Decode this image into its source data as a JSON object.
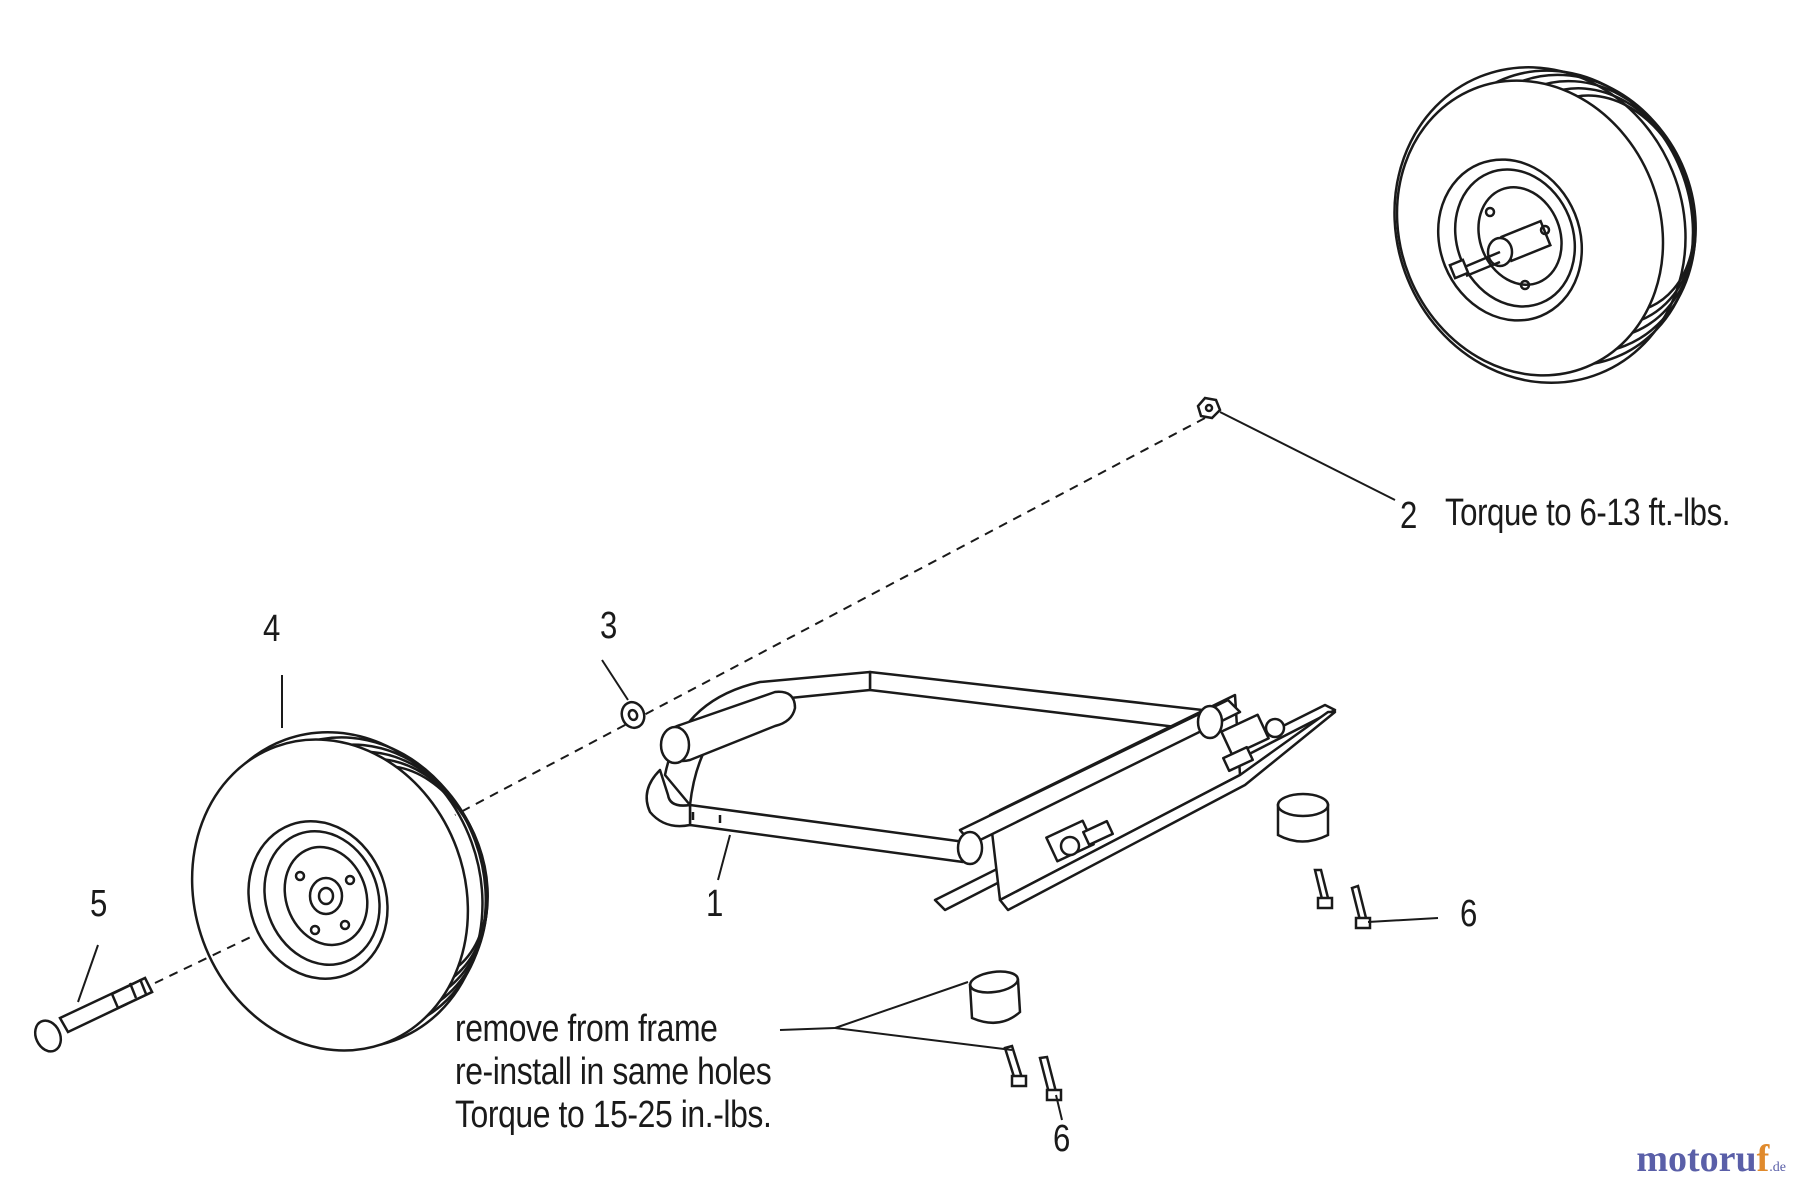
{
  "callouts": {
    "c1": "1",
    "c2": "2",
    "c3": "3",
    "c4": "4",
    "c5": "5",
    "c6a": "6",
    "c6b": "6"
  },
  "notes": {
    "torque_nut": "Torque to 6-13 ft.-lbs.",
    "frame_line1": "remove from frame",
    "frame_line2": "re-install in same holes",
    "frame_line3": "Torque to 15-25 in.-lbs."
  },
  "watermark": {
    "main": "motoru",
    "f": "f",
    "suffix": ".de"
  },
  "colors": {
    "line": "#1a1a1a",
    "watermark_primary": "#5a5fa8",
    "watermark_accent": "#e08a2c"
  }
}
